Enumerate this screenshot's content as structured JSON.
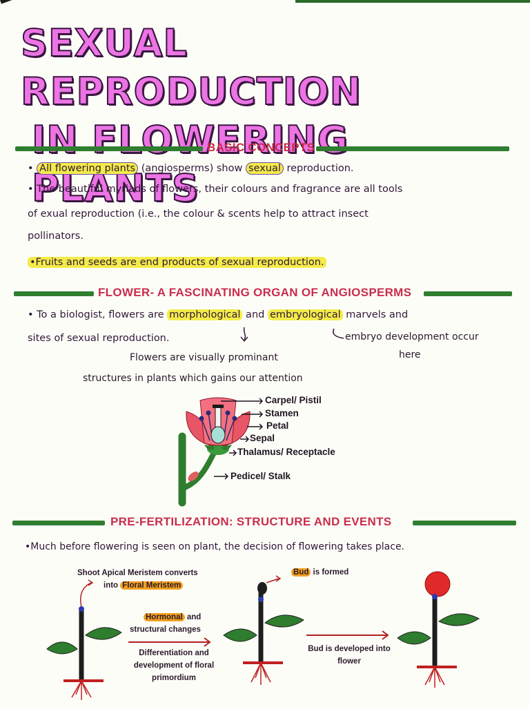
{
  "title": {
    "line1": "SEXUAL REPRODUCTION",
    "line2": "IN FLOWERING PLANTS"
  },
  "sections": {
    "basic": {
      "heading": "BASIC CONCEPTS",
      "p1_pre": "• ",
      "p1_hl1": "All flowering plants",
      "p1_mid": " (angiosperms) show ",
      "p1_hl2": "sexual",
      "p1_post": " reproduction.",
      "p2_l1": "• The beautiful myriads of flowers, their colours and fragrance are all tools",
      "p2_l2": "of exual reproduction (i.e., the colour & scents help to attract insect",
      "p2_l3": "pollinators.",
      "p3": "•Fruits and seeds are end products of sexual reproduction."
    },
    "flower": {
      "heading": "FLOWER- A FASCINATING ORGAN OF ANGIOSPERMS",
      "l1_pre": "• To a biologist, flowers are ",
      "l1_hl1": "morphological",
      "l1_mid": " and ",
      "l1_hl2": "embryological",
      "l1_post": " marvels and",
      "l2": "sites of sexual reproduction.",
      "note_right_l1": "embryo development occur",
      "note_right_l2": "here",
      "note_left_l1": "Flowers are visually prominant",
      "note_left_l2": "structures in plants  which gains our attention",
      "labels": {
        "carpel": "Carpel/ Pistil",
        "stamen": "Stamen",
        "petal": "Petal",
        "sepal": "Sepal",
        "thalamus": "Thalamus/ Receptacle",
        "pedicel": "Pedicel/ Stalk"
      }
    },
    "prefert": {
      "heading": "PRE-FERTILIZATION: STRUCTURE AND EVENTS",
      "line": "•Much before flowering is seen on plant, the decision of flowering takes place.",
      "sam_l1": "Shoot Apical Meristem converts",
      "sam_l2_pre": "into ",
      "sam_l2_hl": "Floral Meristem",
      "bud_hl": "Bud",
      "bud_post": " is formed",
      "horm_hl": "Hormonal",
      "horm_post": " and",
      "horm_l2": "structural changes",
      "diff_l1": "Differentiation and",
      "diff_l2": "development of floral",
      "diff_l3": "primordium",
      "dev_l1": "Bud is developed into",
      "dev_l2": "flower"
    }
  },
  "colors": {
    "title_fill": "#ec74e4",
    "heading_red": "#c92d4c",
    "bar_green": "#2f7d2f",
    "highlight": "#f3ec4a"
  }
}
